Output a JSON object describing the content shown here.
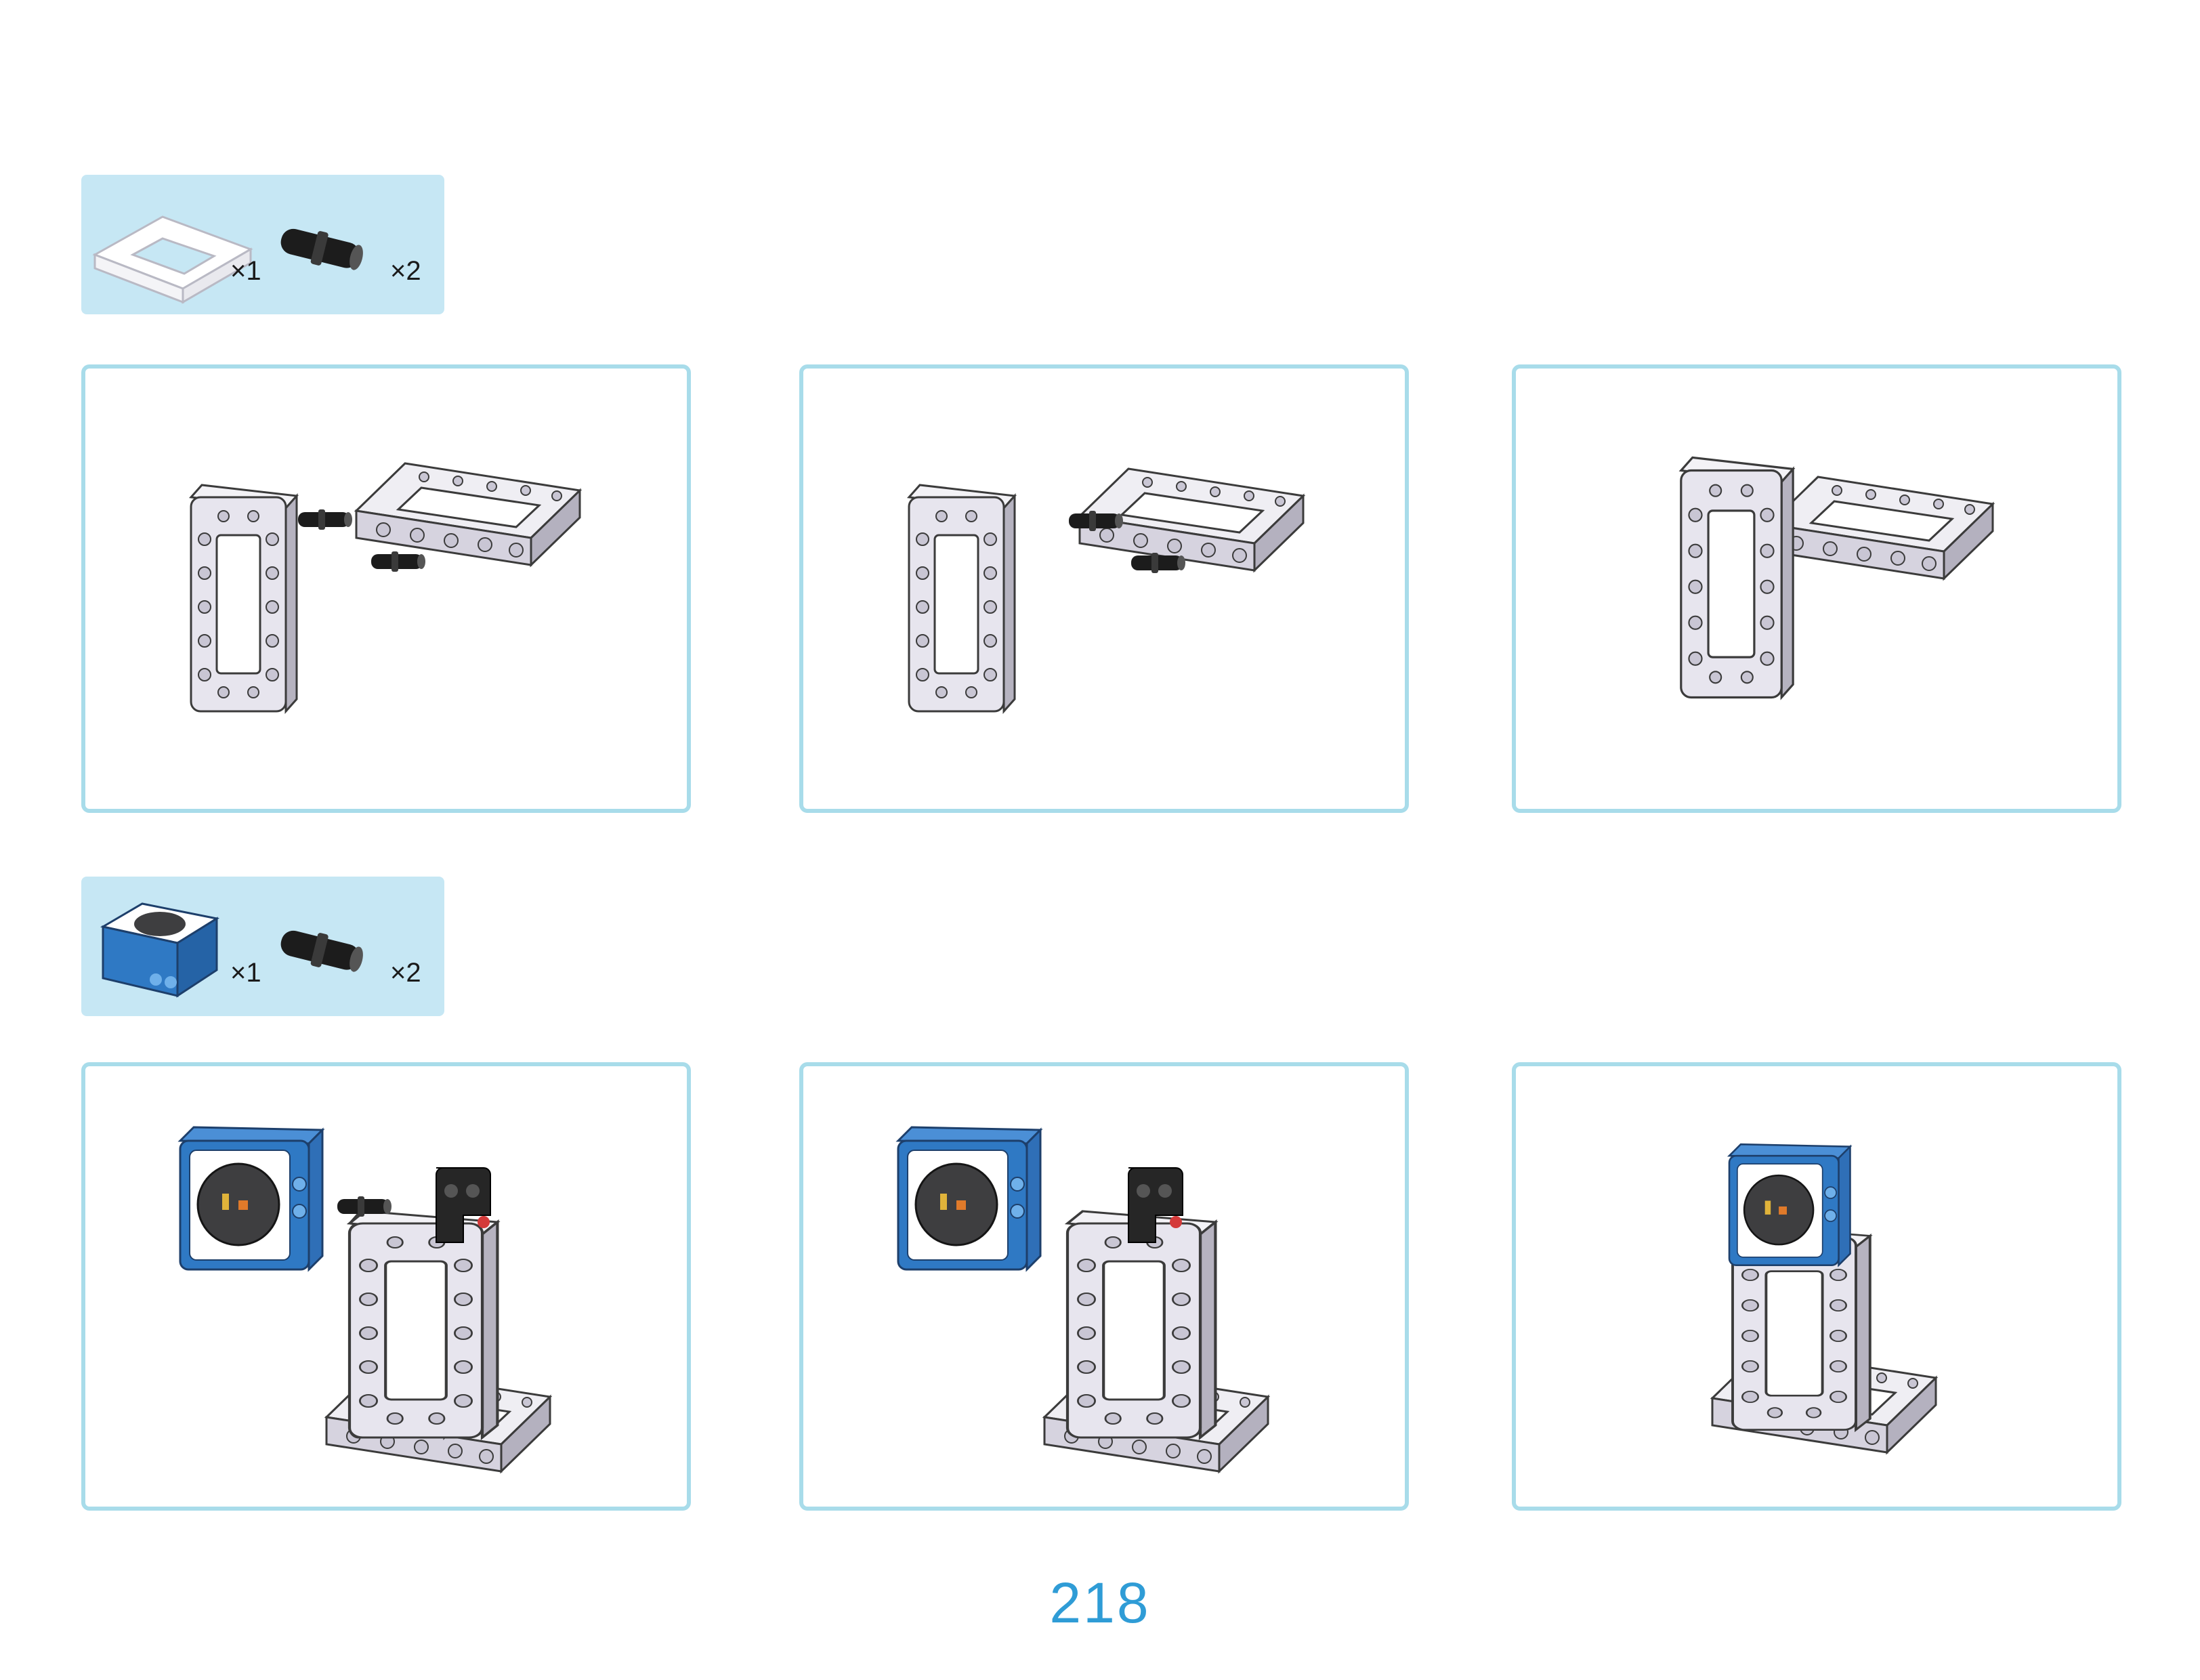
{
  "parts_bins": [
    {
      "items": [
        {
          "name": "beam-frame",
          "quantity": "×1"
        },
        {
          "name": "black-pin",
          "quantity": "×2"
        }
      ]
    },
    {
      "items": [
        {
          "name": "sensor-module",
          "quantity": "×1"
        },
        {
          "name": "black-pin",
          "quantity": "×2"
        }
      ]
    }
  ],
  "colors": {
    "bin_background": "#c6e7f4",
    "panel_border": "#a8dcea",
    "page_number": "#2f9cd6",
    "module_blue": "#2f79c4",
    "frame_grey": "#e6e4ec",
    "pin_black": "#1c1c1c"
  },
  "page": {
    "number": "218"
  }
}
